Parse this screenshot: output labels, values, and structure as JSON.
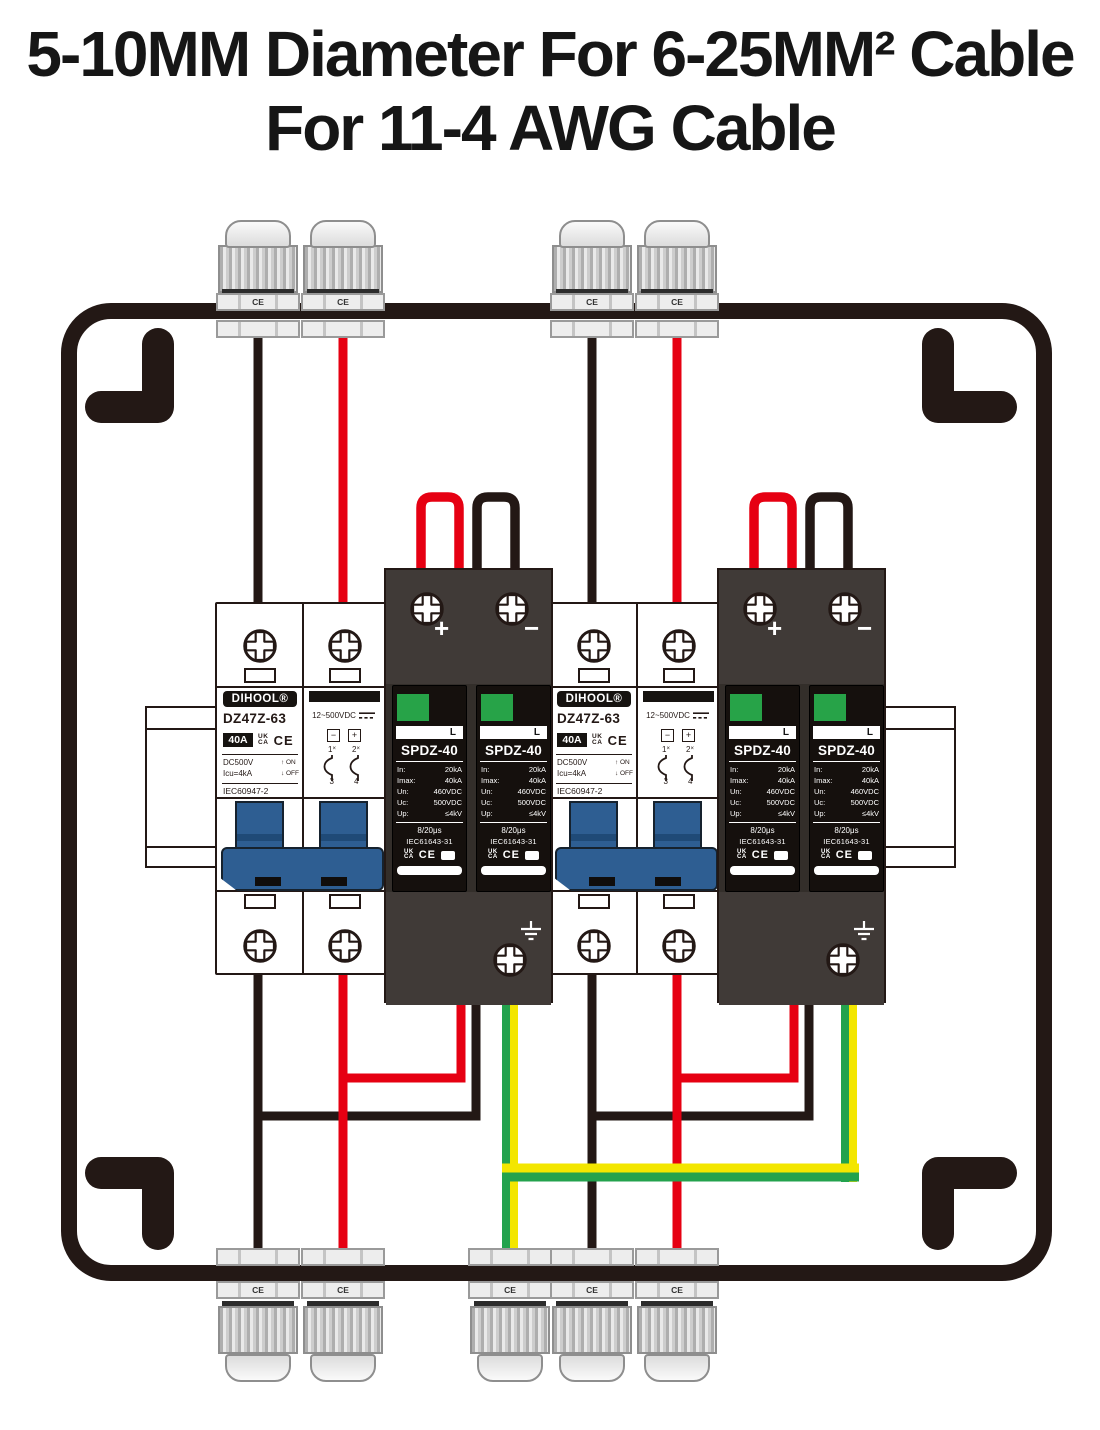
{
  "title": {
    "line1": "5-10MM Diameter For 6-25MM² Cable",
    "line2": "For 11-4 AWG Cable"
  },
  "gland": {
    "ce": "CE"
  },
  "breaker": {
    "brand": "DIHOOL®",
    "model": "DZ47Z-63",
    "rating": "40A",
    "uk": "UK",
    "ca": "CA",
    "ce": "CE",
    "voltage": "DC500V",
    "icu": "Icu=4kA",
    "arrow_up": "↑",
    "on": "ON",
    "arrow_down": "↓",
    "off": "OFF",
    "standard": "IEC60947-2",
    "range": "12~500VDC",
    "minus": "−",
    "plus": "+",
    "t1": "1",
    "t2": "2",
    "t3": "3",
    "t4": "4",
    "contact_mark": "×"
  },
  "spd": {
    "plus": "+",
    "minus": "−",
    "indicator_label": "L",
    "model": "SPDZ-40",
    "specs": [
      {
        "label": "In:",
        "value": "20kA"
      },
      {
        "label": "Imax:",
        "value": "40kA"
      },
      {
        "label": "Un:",
        "value": "460VDC"
      },
      {
        "label": "Uc:",
        "value": "500VDC"
      },
      {
        "label": "Up:",
        "value": "≤4kV"
      }
    ],
    "wave": "8/20μs",
    "standard": "IEC61643-31",
    "uk": "UK",
    "ca": "CA",
    "ce": "CE"
  },
  "colors": {
    "wire_red": "#e60012",
    "wire_black": "#231815",
    "ground_green": "#23a24d",
    "ground_yellow": "#f3e600",
    "handle_blue": "#2e5e92",
    "indicator_green": "#27a348"
  }
}
